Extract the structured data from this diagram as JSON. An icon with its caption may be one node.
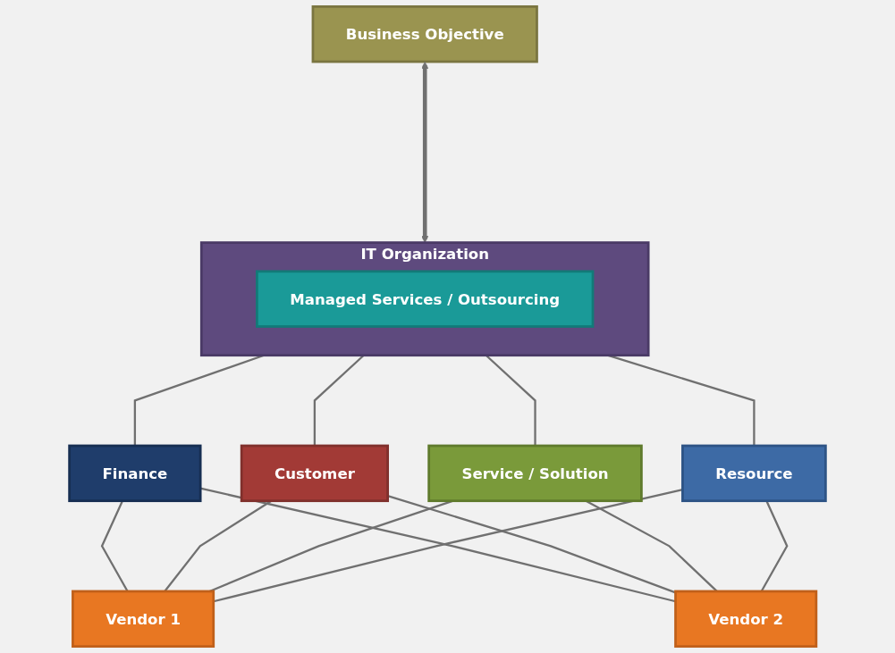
{
  "diagram": {
    "nodes": [
      {
        "text": [
          "Business Objective"
        ]
      },
      {
        "text": [
          "IT Organization"
        ]
      },
      {
        "text": [
          "Managed Services / Outsourcing"
        ],
        "in": 1
      },
      {
        "text": [
          "Finance"
        ]
      },
      {
        "text": [
          "Customer"
        ]
      },
      {
        "text": [
          "Service / Solution"
        ]
      },
      {
        "text": [
          "Resource"
        ]
      },
      {
        "text": [
          "Vendor 1"
        ]
      },
      {
        "text": [
          "Vendor 2"
        ]
      }
    ],
    "edges": [
      {
        "from": 0,
        "to": 1,
        "arrow": "both",
        "style": "thick"
      },
      {
        "from": 1,
        "to": 3,
        "arrow": "none"
      },
      {
        "from": 1,
        "to": 4,
        "arrow": "none"
      },
      {
        "from": 1,
        "to": 5,
        "arrow": "none"
      },
      {
        "from": 1,
        "to": 6,
        "arrow": "none"
      },
      {
        "from": 3,
        "to": 7,
        "arrow": "none"
      },
      {
        "from": 3,
        "to": 8,
        "arrow": "none"
      },
      {
        "from": 4,
        "to": 7,
        "arrow": "none"
      },
      {
        "from": 4,
        "to": 8,
        "arrow": "none"
      },
      {
        "from": 5,
        "to": 7,
        "arrow": "none"
      },
      {
        "from": 5,
        "to": 8,
        "arrow": "none"
      },
      {
        "from": 6,
        "to": 7,
        "arrow": "none"
      },
      {
        "from": 6,
        "to": 8,
        "arrow": "none"
      }
    ]
  }
}
